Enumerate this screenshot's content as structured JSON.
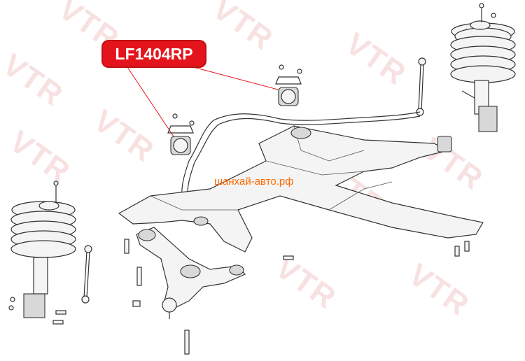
{
  "part_label": "LF1404RP",
  "site_caption": "шанхай-авто.рф",
  "watermark_text": "VTR",
  "colors": {
    "label_bg": "#e3141b",
    "label_text": "#ffffff",
    "leader": "#e3141b",
    "caption": "#ff6a00",
    "watermark": "#f2c9c9"
  }
}
